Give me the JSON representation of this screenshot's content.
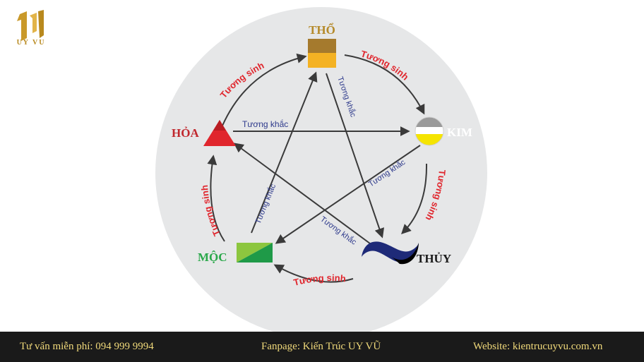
{
  "brand": {
    "logo_text": "UY VU",
    "color": "#c9992a"
  },
  "diagram": {
    "elements": {
      "tho": "THỔ",
      "kim": "KIM",
      "thuy": "THỦY",
      "moc": "MỘC",
      "hoa": "HỎA"
    },
    "relations": {
      "sinh": "Tương sinh",
      "khac": "Tương khắc"
    },
    "colors": {
      "circle": "#e6e7e8",
      "sinh_text": "#e0262d",
      "khac_text": "#2e3a8c",
      "hoa": "#e0262d",
      "moc": "#2aa84a",
      "tho": "#f4b223",
      "kim": "#f5e400",
      "thuy": "#2e3a8c"
    }
  },
  "footer": {
    "advice": "Tư vấn miễn phí:  094 999 9994",
    "fanpage": "Fanpage: Kiến Trúc UY VŨ",
    "website": "Website: kientrucuyvu.com.vn"
  }
}
